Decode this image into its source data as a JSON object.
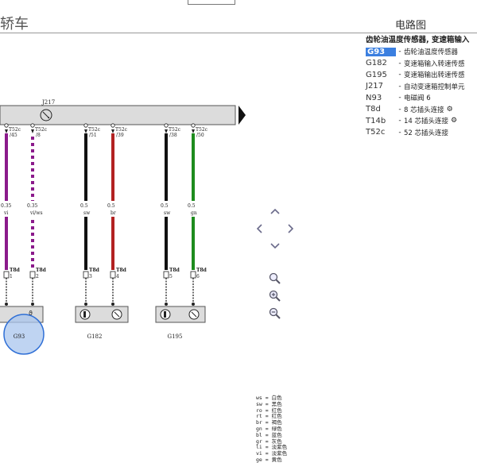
{
  "doc_id": "501-040040317",
  "vehicle_title": "轿车",
  "section_title": "电路图",
  "legend": {
    "heading": "齿轮油温度传感器, 变速箱输入",
    "items": [
      {
        "code": "G93",
        "desc": "齿轮油温度传感器",
        "highlight": true,
        "icon": false
      },
      {
        "code": "G182",
        "desc": "变速箱输入转速传感",
        "highlight": false,
        "icon": false
      },
      {
        "code": "G195",
        "desc": "变速箱输出转速传感",
        "highlight": false,
        "icon": false
      },
      {
        "code": "J217",
        "desc": "自动变速箱控制单元",
        "highlight": false,
        "icon": false
      },
      {
        "code": "N93",
        "desc": "电磁阀 6",
        "highlight": false,
        "icon": false
      },
      {
        "code": "T8d",
        "desc": "8 芯插头连接",
        "highlight": false,
        "icon": true
      },
      {
        "code": "T14b",
        "desc": "14 芯插头连接",
        "highlight": false,
        "icon": true
      },
      {
        "code": "T52c",
        "desc": "52 芯插头连接",
        "highlight": false,
        "icon": false
      }
    ]
  },
  "diagram": {
    "control_unit_label": "J217",
    "wires": [
      {
        "top_connector": "T52c",
        "top_pin": "/45",
        "gauge": "0.35",
        "color_code": "vi",
        "bottom_connector": "T8d",
        "bottom_pin": "1",
        "stroke": "#8b1a8b",
        "stripe": null
      },
      {
        "top_connector": "T52c",
        "top_pin": "/8",
        "gauge": "0.35",
        "color_code": "vi/ws",
        "bottom_connector": "T8d",
        "bottom_pin": "2",
        "stroke": "#8b1a8b",
        "stripe": "#ffffff"
      },
      {
        "top_connector": "T52c",
        "top_pin": "/51",
        "gauge": "0.5",
        "color_code": "sw",
        "bottom_connector": "T8d",
        "bottom_pin": "3",
        "stroke": "#111111",
        "stripe": null
      },
      {
        "top_connector": "T52c",
        "top_pin": "/39",
        "gauge": "0.5",
        "color_code": "br",
        "bottom_connector": "T8d",
        "bottom_pin": "4",
        "stroke": "#b22222",
        "stripe": null
      },
      {
        "top_connector": "T52c",
        "top_pin": "/38",
        "gauge": "0.5",
        "color_code": "sw",
        "bottom_connector": "T8d",
        "bottom_pin": "5",
        "stroke": "#111111",
        "stripe": null
      },
      {
        "top_connector": "T52c",
        "top_pin": "/50",
        "gauge": "0.5",
        "color_code": "gn",
        "bottom_connector": "T8d",
        "bottom_pin": "6",
        "stroke": "#1e8c1e",
        "stripe": null
      }
    ],
    "sensors": [
      {
        "label": "G93",
        "highlight": true
      },
      {
        "label": "G182",
        "highlight": false
      },
      {
        "label": "G195",
        "highlight": false
      }
    ]
  },
  "color_key": [
    {
      "code": "ws",
      "name": "白色"
    },
    {
      "code": "sw",
      "name": "黑色"
    },
    {
      "code": "ro",
      "name": "红色"
    },
    {
      "code": "rt",
      "name": "红色"
    },
    {
      "code": "br",
      "name": "褐色"
    },
    {
      "code": "gn",
      "name": "绿色"
    },
    {
      "code": "bl",
      "name": "蓝色"
    },
    {
      "code": "gr",
      "name": "灰色"
    },
    {
      "code": "li",
      "name": "淡紫色"
    },
    {
      "code": "vi",
      "name": "淡紫色"
    },
    {
      "code": "ge",
      "name": "黄色"
    }
  ],
  "navigation": {
    "buttons": [
      "pan-up",
      "pan-left",
      "pan-right",
      "pan-down"
    ]
  },
  "zoom": {
    "buttons": [
      "zoom-fit",
      "zoom-in",
      "zoom-out"
    ]
  }
}
